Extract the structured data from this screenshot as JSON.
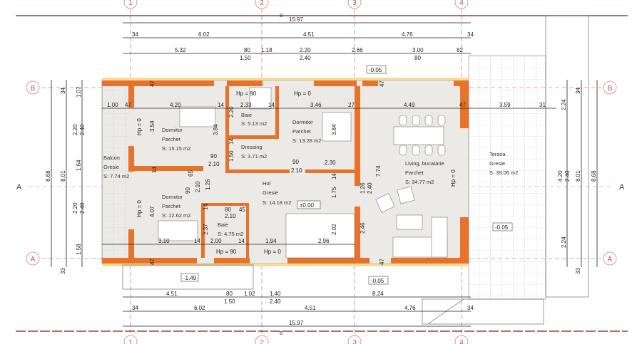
{
  "axes": {
    "cols": [
      "1",
      "2",
      "3",
      "4"
    ],
    "rows": [
      "B",
      "A"
    ],
    "section": "A"
  },
  "top_dims": {
    "overall": "15.97",
    "row2": [
      "34",
      "6.02",
      "4.51",
      "4.76",
      "34"
    ],
    "row3": [
      "5.32",
      "80",
      "1.50",
      "1.18",
      "2.20",
      "2.40",
      "2.66",
      "3.00",
      "80",
      "82"
    ]
  },
  "bottom_dims": {
    "row1": [
      "4.51",
      "80",
      "1.50",
      "1.02",
      "1.40",
      "2.40",
      "8.24"
    ],
    "row2": [
      "34",
      "6.02",
      "4.51",
      "4.76",
      "34"
    ],
    "overall": "15.97"
  },
  "left_dims": {
    "overall": "8.68",
    "axis": [
      "34",
      "8.01",
      "33"
    ],
    "detail": [
      "1.07",
      "2.20",
      "2.40",
      "1.64",
      "2.20",
      "2.40",
      "1.58"
    ]
  },
  "right_dims": {
    "overall": "8.68",
    "axis": [
      "34",
      "8.01",
      "33"
    ],
    "detail": [
      "2.24",
      "4.20",
      "2.40",
      "2.24"
    ]
  },
  "rooms": [
    {
      "name": "Dormitor",
      "floor": "Parchet",
      "area": "S: 15.15 m2"
    },
    {
      "name": "Baie",
      "area": "S: 5.13 m2"
    },
    {
      "name": "Dressing",
      "area": "S: 3.71 m2"
    },
    {
      "name": "Dormitor",
      "floor": "Parchet",
      "area": "S: 13.28 m2"
    },
    {
      "name": "Balcon",
      "floor": "Gresie",
      "area": "S: 7.74 m2"
    },
    {
      "name": "Hol",
      "floor": "Gresie",
      "area": "S: 14.18 m2"
    },
    {
      "name": "Dormitor",
      "floor": "Parchet",
      "area": "S: 12.62 m2"
    },
    {
      "name": "Baie",
      "area": "S: 4.75 m2"
    },
    {
      "name": "Living, bucatarie",
      "floor": "Parchet",
      "area": "S: 34.77 m2"
    },
    {
      "name": "Terasa",
      "floor": "Gresie",
      "area": "S: 39.06 m2"
    }
  ],
  "levels": {
    "top": "-0.05",
    "hol": "±0.00",
    "terrace": "-0.05",
    "bottom": "-0.05",
    "stairs": "-1.49"
  },
  "door_heights": [
    "Hp = 90",
    "Hp = 0",
    "Hp = 0",
    "Hp = 0",
    "Hp = 90",
    "Hp = 0",
    "Hp = 0"
  ],
  "interior_h": [
    "1.00",
    "47",
    "4.20",
    "14",
    "2.33",
    "14",
    "3.46",
    "27",
    "4.49",
    "47",
    "3.59",
    "31",
    "90",
    "2.10",
    "90",
    "2.10",
    "2.30",
    "80",
    "45",
    "2.10",
    "3.10",
    "14",
    "2.00",
    "14",
    "1.94",
    "2.96"
  ],
  "interior_v": [
    "47",
    "3.54",
    "3.84",
    "2.20",
    "14",
    "1.50",
    "3.84",
    "14",
    "14",
    "65",
    "90",
    "2.10",
    "1.26",
    "1.75",
    "4.07",
    "14",
    "2.37",
    "2.02",
    "47",
    "47",
    "7.74",
    "1.26",
    "2.40",
    "2.46",
    "47"
  ],
  "colors": {
    "wall": "#e8722a",
    "axis": "#c0504d",
    "section": "#2b3a8c"
  }
}
